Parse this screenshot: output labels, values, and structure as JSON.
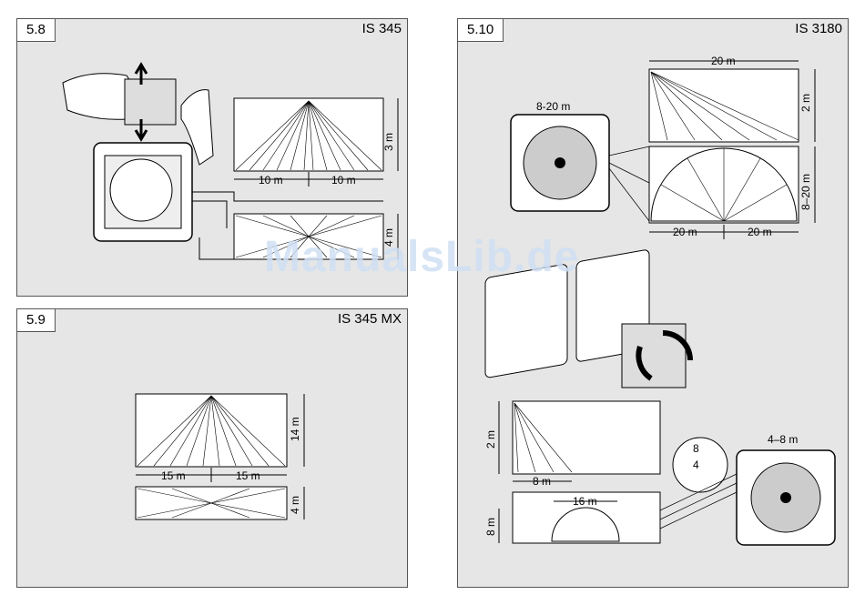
{
  "panels": {
    "p58": {
      "tag": "5.8",
      "model": "IS 345",
      "dims": {
        "height": "3 m",
        "left": "10 m",
        "right": "10 m",
        "depth": "4 m"
      }
    },
    "p59": {
      "tag": "5.9",
      "model": "IS 345 MX",
      "dims": {
        "height": "14 m",
        "left": "15 m",
        "right": "15 m",
        "depth": "4 m"
      }
    },
    "p510": {
      "tag": "5.10",
      "model": "IS 3180",
      "dims": {
        "range_top": "8-20 m",
        "width_top": "20 m",
        "height_top": "2 m",
        "side": "8–20 m",
        "left": "20 m",
        "right": "20 m",
        "height_small": "2 m",
        "width_small": "8 m",
        "span_small": "16 m",
        "depth_small": "8 m",
        "range_small": "4–8 m",
        "scale_high": "8",
        "scale_low": "4"
      }
    }
  },
  "watermark": "ManualsLib.de"
}
